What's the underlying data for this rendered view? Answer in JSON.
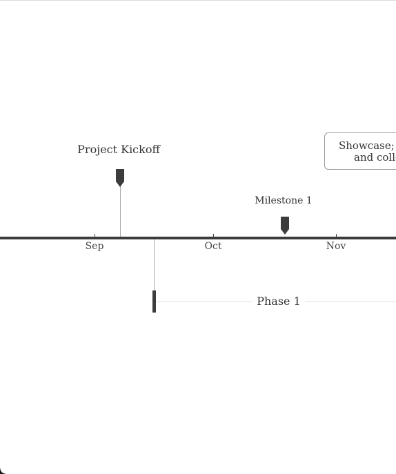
{
  "timeline": {
    "axis_ticks": [
      {
        "label": "Sep"
      },
      {
        "label": "Oct"
      },
      {
        "label": "Nov"
      }
    ],
    "events": [
      {
        "label": "Project Kickoff"
      },
      {
        "label": "Milestone 1"
      }
    ],
    "callout": {
      "line1": "Showcase; G",
      "line2": "and colle"
    },
    "phases": [
      {
        "label": "Phase 1"
      }
    ],
    "colors": {
      "axis": "#3c3c3c",
      "stem": "#aaaaaa",
      "text": "#333333",
      "callout_border": "#9a9a9a"
    }
  }
}
